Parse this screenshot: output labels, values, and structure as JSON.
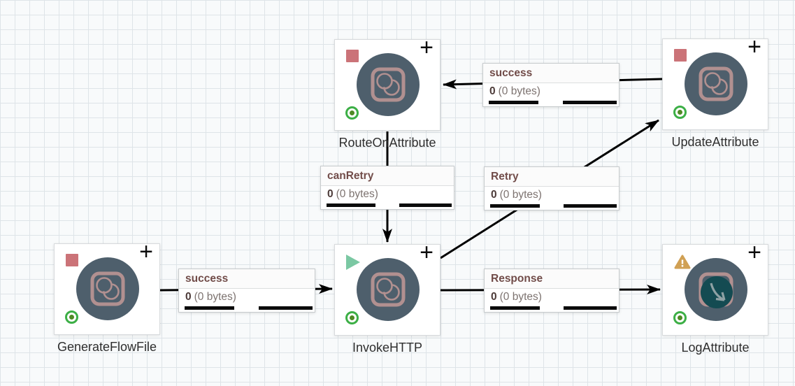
{
  "processors": [
    {
      "name": "RouteOnAttribute",
      "state": "stopped"
    },
    {
      "name": "UpdateAttribute",
      "state": "stopped"
    },
    {
      "name": "GenerateFlowFile",
      "state": "stopped"
    },
    {
      "name": "InvokeHTTP",
      "state": "running"
    },
    {
      "name": "LogAttribute",
      "state": "invalid"
    }
  ],
  "connections": [
    {
      "name": "success",
      "queued_count": "0",
      "queued_size": "(0 bytes)",
      "from": "UpdateAttribute",
      "to": "RouteOnAttribute"
    },
    {
      "name": "canRetry",
      "queued_count": "0",
      "queued_size": "(0 bytes)",
      "from": "RouteOnAttribute",
      "to": "InvokeHTTP"
    },
    {
      "name": "Retry",
      "queued_count": "0",
      "queued_size": "(0 bytes)",
      "from": "InvokeHTTP",
      "to": "UpdateAttribute"
    },
    {
      "name": "success",
      "queued_count": "0",
      "queued_size": "(0 bytes)",
      "from": "GenerateFlowFile",
      "to": "InvokeHTTP"
    },
    {
      "name": "Response",
      "queued_count": "0",
      "queued_size": "(0 bytes)",
      "from": "InvokeHTTP",
      "to": "LogAttribute"
    }
  ],
  "glyphs": {
    "add": "+"
  },
  "colors": {
    "processor_circle": "#4e5f6c",
    "processor_icon_stroke": "#b19090",
    "stopped_red": "#cb7378",
    "running_green": "#7bc8a3",
    "invalid_amber": "#d0a054",
    "thread_ring_green": "#3caf46",
    "thread_dot_green": "#4f8a25",
    "connection_name_maroon": "#714c49",
    "arrow_black": "#000000",
    "log_icon_teal": "#144b52",
    "grid_line": "#dee4e8",
    "canvas_bg": "#f8fafb"
  }
}
